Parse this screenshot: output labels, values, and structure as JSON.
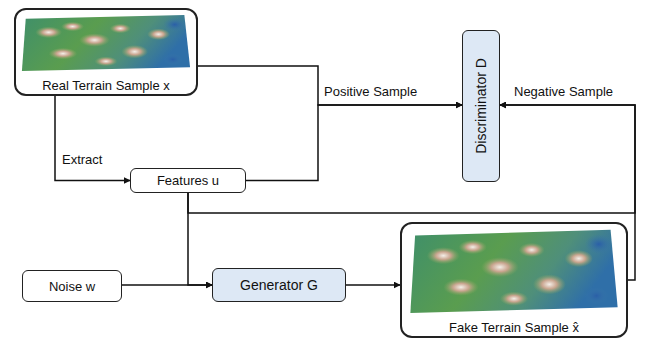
{
  "diagram": {
    "nodes": [
      {
        "text": [
          "Real Terrain Sample x"
        ]
      },
      {
        "text": [
          "Discriminator D"
        ]
      },
      {
        "text": [
          "Features u"
        ]
      },
      {
        "text": [
          "Noise w"
        ]
      },
      {
        "text": [
          "Generator G"
        ]
      },
      {
        "text": [
          "Fake Terrain Sample x̂"
        ]
      }
    ],
    "edges": [
      {
        "from": 0,
        "to": 1,
        "arrow": "to",
        "label": "Positive Sample"
      },
      {
        "from": 2,
        "to": 1,
        "arrow": "to"
      },
      {
        "from": 0,
        "to": 2,
        "arrow": "to",
        "label": "Extract"
      },
      {
        "from": 2,
        "to": 1,
        "arrow": "to"
      },
      {
        "from": 2,
        "to": 4,
        "arrow": "to"
      },
      {
        "from": 3,
        "to": 4,
        "arrow": "to"
      },
      {
        "from": 4,
        "to": 5,
        "arrow": "to"
      },
      {
        "from": 5,
        "to": 1,
        "arrow": "to",
        "label": "Negative Sample"
      }
    ]
  }
}
